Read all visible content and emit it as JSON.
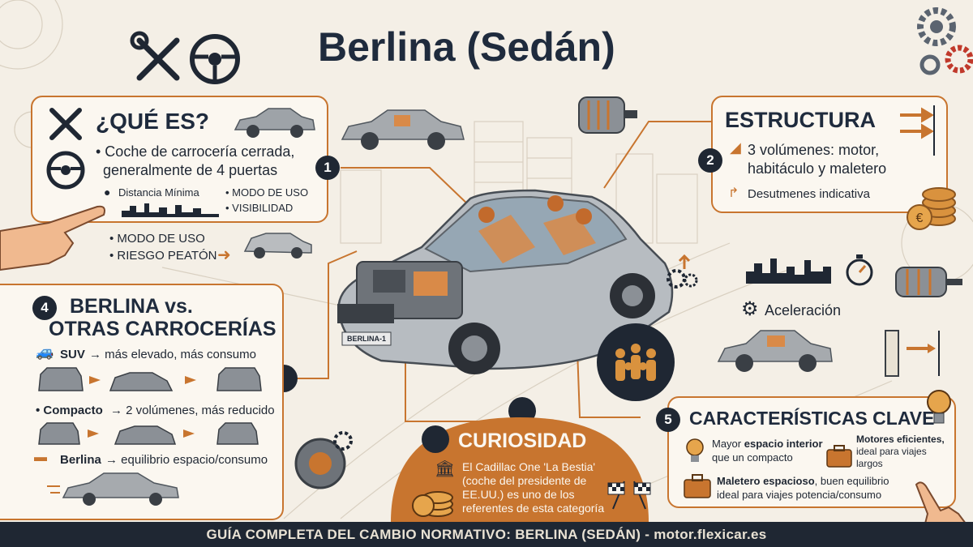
{
  "title": "Berlina (Sedán)",
  "colors": {
    "accent": "#c8752f",
    "navy": "#1f2733",
    "background": "#f4efe6"
  },
  "que_es": {
    "heading": "¿QUÉ ES?",
    "line1": "• Coche de carrocería cerrada,",
    "line2": "generalmente de 4 puertas",
    "item_distancia": "Distancia Mínima",
    "item_modo": "• MODO DE USO",
    "item_visibilidad": "• VISIBILIDAD"
  },
  "notes": {
    "modo": "• MODO DE USO",
    "riesgo": "• RIESGO PEATÓN"
  },
  "estructura": {
    "heading": "ESTRUCTURA",
    "number": "2",
    "line1": "3 volúmenes: motor,",
    "line2": "habitáculo y maletero",
    "line3": "Desutmenes indicativa"
  },
  "marker1": "1",
  "aceleracion": "Aceleración",
  "car_plate": "BERLINA-1",
  "comparacion": {
    "number": "4",
    "heading1": "BERLINA vs.",
    "heading2": "OTRAS CARROCERÍAS",
    "suv_label": "SUV",
    "suv_text": "→ más elevado, más consumo",
    "compacto_label": "• Compacto",
    "compacto_text": "→ 2 volúmenes, más reducido",
    "berlina_label": "Berlina",
    "berlina_text": "→ equilibrio espacio/consumo"
  },
  "curiosidad": {
    "heading": "CURIOSIDAD",
    "lines": [
      "El Cadillac One 'La Bestia'",
      "(coche del presidente de",
      "EE.UU.) es uno de los",
      "referentes de esta categoría"
    ]
  },
  "caracteristicas": {
    "number": "5",
    "heading": "CARACTERÍSTICAS CLAVE",
    "item1_pre": "Mayor ",
    "item1_bold": "espacio interior",
    "item1_post": "que un compacto",
    "item2_bold": "Motores eficientes,",
    "item2_line2": "ideal para viajes",
    "item2_line3": "largos",
    "item3_bold": "Maletero espacioso",
    "item3_line1_post": ", buen equilibrio",
    "item3_line2": "ideal para viajes potencia/consumo"
  },
  "footer": "GUÍA COMPLETA DEL CAMBIO NORMATIVO: BERLINA (SEDÁN) - motor.flexicar.es"
}
